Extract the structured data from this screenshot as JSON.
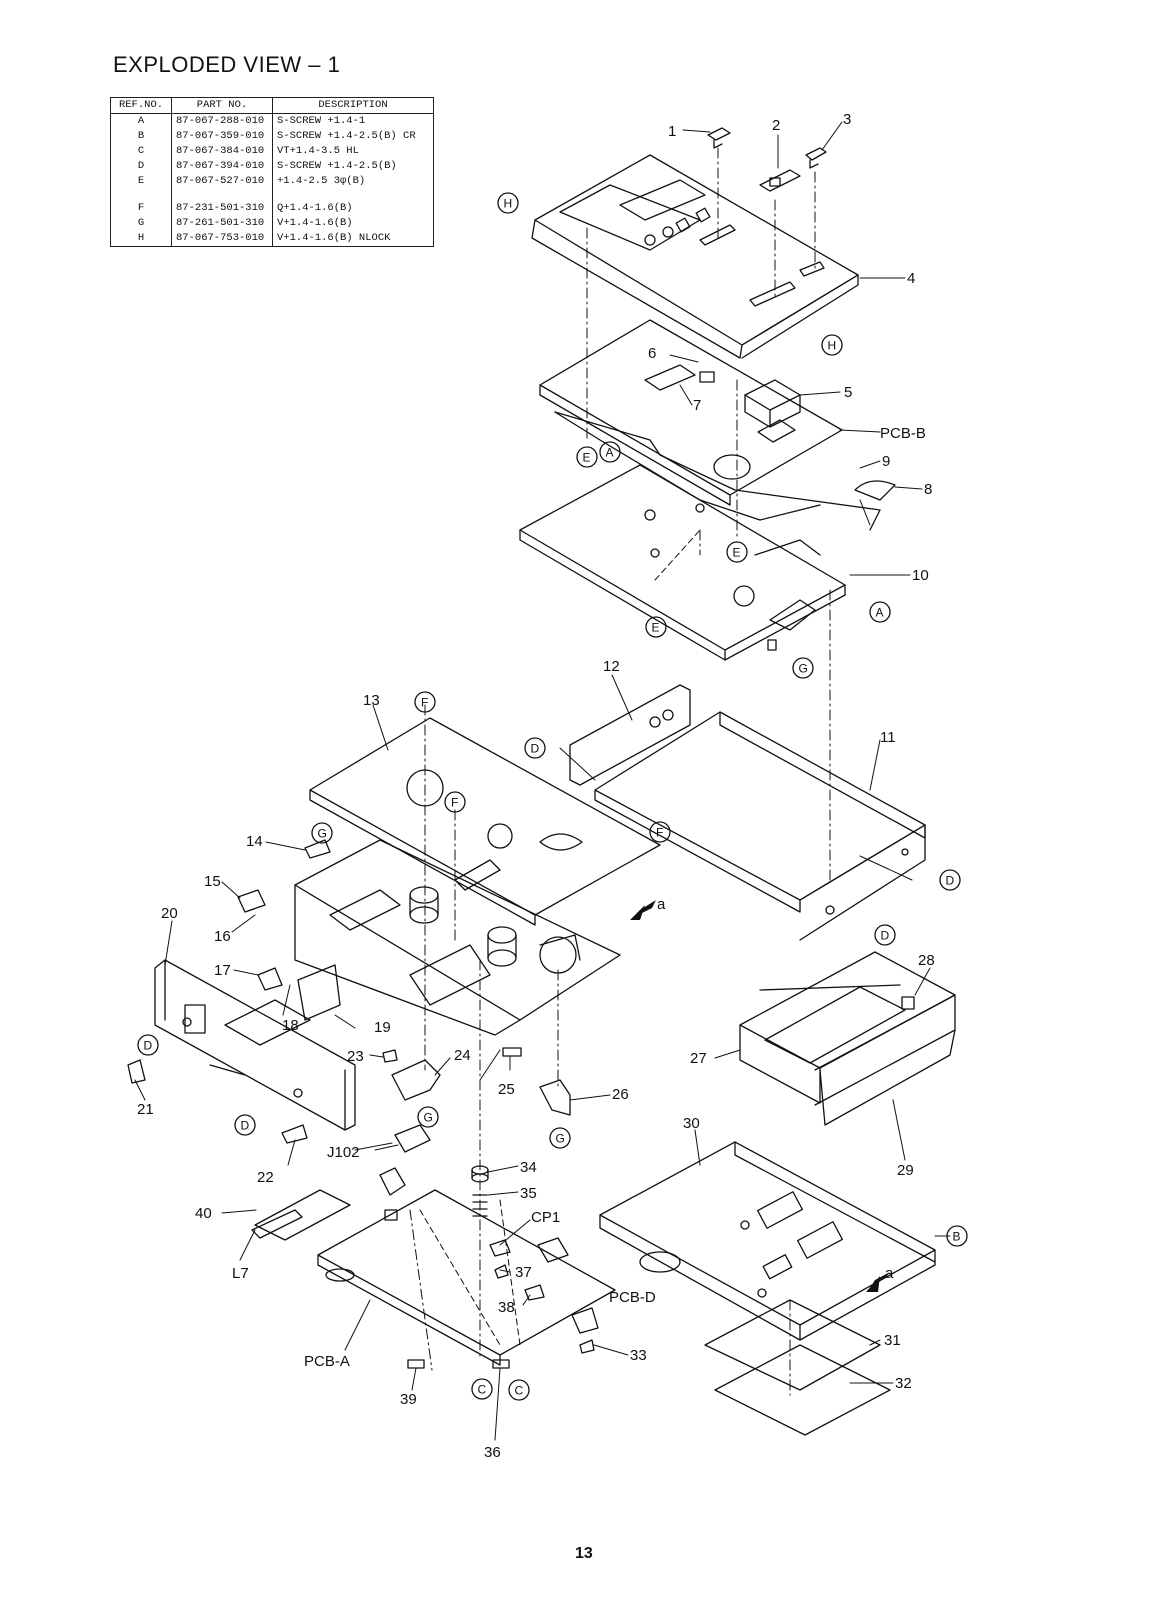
{
  "title": "EXPLODED  VIEW – 1",
  "table": {
    "headers": [
      "REF.NO.",
      "PART NO.",
      "DESCRIPTION"
    ],
    "rows": [
      {
        "ref": "A",
        "part": "87-067-288-010",
        "desc": "S-SCREW +1.4-1"
      },
      {
        "ref": "B",
        "part": "87-067-359-010",
        "desc": "S-SCREW +1.4-2.5(B) CR"
      },
      {
        "ref": "C",
        "part": "87-067-384-010",
        "desc": "VT+1.4-3.5 HL"
      },
      {
        "ref": "D",
        "part": "87-067-394-010",
        "desc": "S-SCREW +1.4-2.5(B)"
      },
      {
        "ref": "E",
        "part": "87-067-527-010",
        "desc": "+1.4-2.5 3φ(B)"
      },
      {
        "ref": "F",
        "part": "87-231-501-310",
        "desc": "Q+1.4-1.6(B)"
      },
      {
        "ref": "G",
        "part": "87-261-501-310",
        "desc": "V+1.4-1.6(B)"
      },
      {
        "ref": "H",
        "part": "87-067-753-010",
        "desc": "V+1.4-1.6(B) NLOCK"
      }
    ]
  },
  "labels": {
    "p1": "1",
    "p2": "2",
    "p3": "3",
    "p4": "4",
    "p5": "5",
    "p6": "6",
    "p7": "7",
    "p8": "8",
    "p9": "9",
    "p10": "10",
    "p11": "11",
    "p12": "12",
    "p13": "13",
    "p14": "14",
    "p15": "15",
    "p16": "16",
    "p17": "17",
    "p18": "18",
    "p19": "19",
    "p20": "20",
    "p21": "21",
    "p22": "22",
    "p23": "23",
    "p24": "24",
    "p25": "25",
    "p26": "26",
    "p27": "27",
    "p28": "28",
    "p29": "29",
    "p30": "30",
    "p31": "31",
    "p32": "32",
    "p33": "33",
    "p34": "34",
    "p35": "35",
    "p36": "36",
    "p37": "37",
    "p38": "38",
    "p39": "39",
    "p40": "40",
    "pcbA": "PCB-A",
    "pcbB": "PCB-B",
    "pcbD": "PCB-D",
    "cp1": "CP1",
    "j102": "J102",
    "l7": "L7",
    "arrowA": "a"
  },
  "screw_letters": {
    "A": "A",
    "B": "B",
    "C": "C",
    "D": "D",
    "E": "E",
    "F": "F",
    "G": "G",
    "H": "H"
  },
  "page_number": "13"
}
